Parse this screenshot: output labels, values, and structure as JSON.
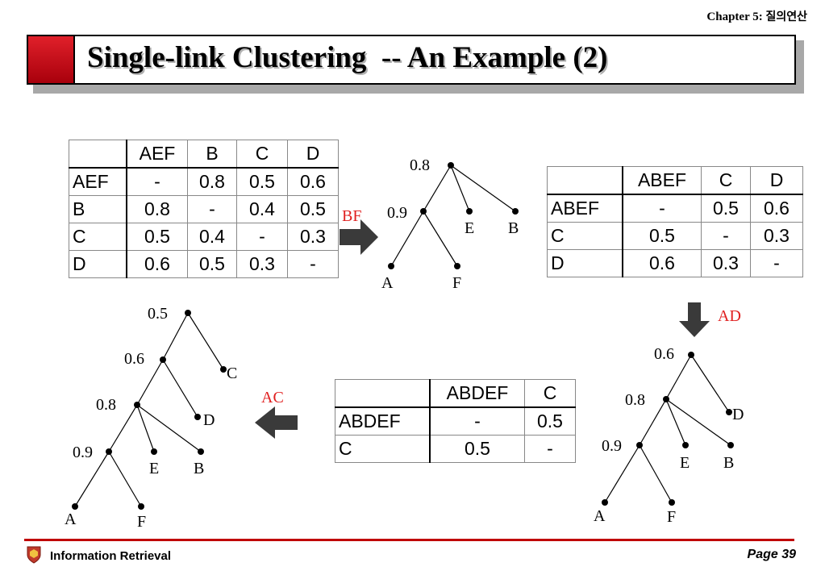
{
  "header": {
    "chapter_prefix": "Chapter 5:",
    "chapter_korean": "질의연산",
    "title": "Single-link Clustering  -- An Example (2)"
  },
  "matrices": {
    "m1": {
      "cols": [
        "AEF",
        "B",
        "C",
        "D"
      ],
      "rows": [
        {
          "label": "AEF",
          "cells": [
            "-",
            "0.8",
            "0.5",
            "0.6"
          ]
        },
        {
          "label": "B",
          "cells": [
            "0.8",
            "-",
            "0.4",
            "0.5"
          ]
        },
        {
          "label": "C",
          "cells": [
            "0.5",
            "0.4",
            "-",
            "0.3"
          ]
        },
        {
          "label": "D",
          "cells": [
            "0.6",
            "0.5",
            "0.3",
            "-"
          ]
        }
      ]
    },
    "m2": {
      "cols": [
        "ABEF",
        "C",
        "D"
      ],
      "rows": [
        {
          "label": "ABEF",
          "cells": [
            "-",
            "0.5",
            "0.6"
          ]
        },
        {
          "label": "C",
          "cells": [
            "0.5",
            "-",
            "0.3"
          ]
        },
        {
          "label": "D",
          "cells": [
            "0.6",
            "0.3",
            "-"
          ]
        }
      ]
    },
    "m3": {
      "cols": [
        "ABDEF",
        "C"
      ],
      "rows": [
        {
          "label": "ABDEF",
          "cells": [
            "-",
            "0.5"
          ]
        },
        {
          "label": "C",
          "cells": [
            "0.5",
            "-"
          ]
        }
      ]
    }
  },
  "steps": {
    "bf": "BF",
    "ad": "AD",
    "ac": "AC"
  },
  "trees": {
    "t1": {
      "levels": [
        "0.8",
        "0.9"
      ],
      "leaves": [
        "A",
        "F",
        "E",
        "B"
      ]
    },
    "t2": {
      "levels": [
        "0.6",
        "0.8",
        "0.9"
      ],
      "leaves": [
        "A",
        "F",
        "E",
        "B",
        "D"
      ]
    },
    "t3": {
      "levels": [
        "0.5",
        "0.6",
        "0.8",
        "0.9"
      ],
      "leaves": [
        "A",
        "F",
        "E",
        "B",
        "D",
        "C"
      ]
    }
  },
  "colors": {
    "accent_red": "#e02020",
    "footer_red": "#c00000",
    "arrow_gray": "#3a3a3a"
  },
  "footer": {
    "course": "Information Retrieval",
    "page": "Page 39"
  }
}
